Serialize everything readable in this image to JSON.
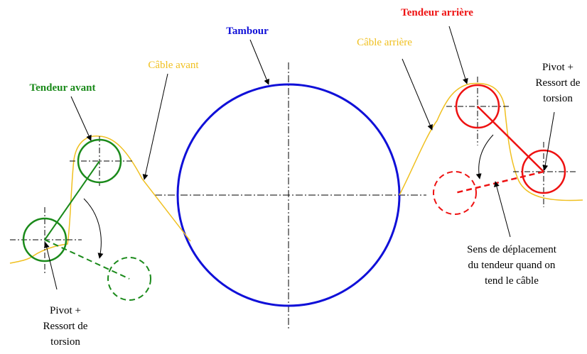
{
  "labels": {
    "tambour": "Tambour",
    "cable_avant": "Câble avant",
    "cable_arriere": "Câble arrière",
    "tendeur_avant": "Tendeur avant",
    "tendeur_arriere": "Tendeur arrière",
    "pivot_right": [
      "Pivot +",
      "Ressort de",
      "torsion"
    ],
    "pivot_left": [
      "Pivot +",
      "Ressort de",
      "torsion"
    ],
    "sens": [
      "Sens de déplacement",
      "du tendeur quand on",
      "tend le câble"
    ]
  },
  "colors": {
    "drum": "#1010d8",
    "cable": "#f0c020",
    "front_tensioner": "#1a8a1a",
    "rear_tensioner": "#ee1111",
    "ink": "#000000"
  }
}
